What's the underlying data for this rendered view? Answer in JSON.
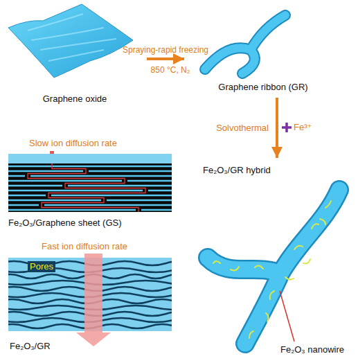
{
  "diagram": {
    "nodes": [
      {
        "text": [
          "Graphene oxide"
        ]
      },
      {
        "text": [
          "Graphene ribbon (GR)"
        ]
      },
      {
        "text": [
          "Fe₂O₃/GR hybrid"
        ]
      },
      {
        "text": [
          "Fe₂O₃/Graphene sheet (GS)"
        ]
      },
      {
        "text": [
          "Fe₂O₃/GR"
        ]
      }
    ],
    "edges": [
      {
        "from": 0,
        "to": 1,
        "arrow": "to",
        "label": "Spraying-rapid freezing"
      },
      {
        "from": 1,
        "to": 2,
        "arrow": "to",
        "label": "Solvothermal"
      }
    ],
    "labels": [
      "850 °C, N₂",
      "Fe³⁺",
      "Slow ion diffusion rate",
      "Fast ion diffusion rate",
      "Pores",
      "Fe₂O₃ nanowire"
    ]
  }
}
